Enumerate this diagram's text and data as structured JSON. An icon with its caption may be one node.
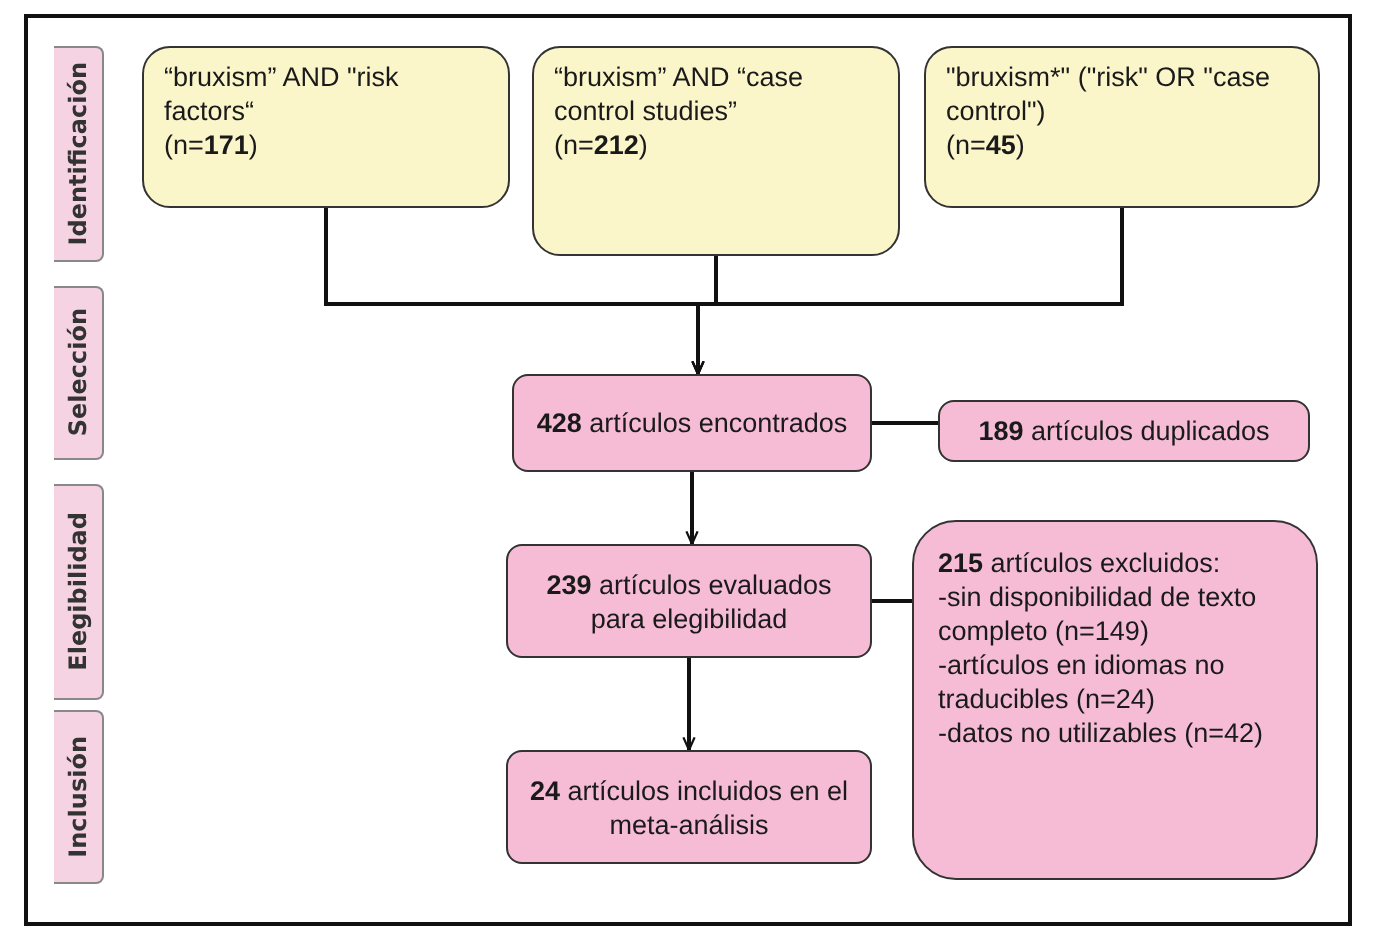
{
  "diagram": {
    "nodes": [
      {
        "text": [
          "Identificación"
        ]
      },
      {
        "text": [
          "Selección"
        ]
      },
      {
        "text": [
          "Elegibilidad"
        ]
      },
      {
        "text": [
          "Inclusión"
        ]
      },
      {
        "text": [
          "“bruxism” AND \"risk factors“",
          "(n=**171**)"
        ]
      },
      {
        "text": [
          "“bruxism” AND “case control studies”",
          "(n=**212**)"
        ]
      },
      {
        "text": [
          "\"bruxism*\" (\"risk\" OR \"case control\")",
          "(n=**45**)"
        ]
      },
      {
        "text": [
          "**428** artículos encontrados"
        ]
      },
      {
        "text": [
          "**189** artículos duplicados"
        ]
      },
      {
        "text": [
          "**239** artículos evaluados para elegibilidad"
        ]
      },
      {
        "text": [
          "**215** artículos excluidos:",
          "-sin disponibilidad de texto completo (n=149)",
          "-artículos en idiomas no traducibles (n=24)",
          "-datos no utilizables (n=42)"
        ]
      },
      {
        "text": [
          "**24** artículos incluidos en el meta-análisis"
        ]
      }
    ],
    "edges": [
      {
        "from": 4,
        "to": 7,
        "arrow": "to"
      },
      {
        "from": 5,
        "to": 7,
        "arrow": "to"
      },
      {
        "from": 6,
        "to": 7,
        "arrow": "to"
      },
      {
        "from": 7,
        "to": 8,
        "arrow": "none"
      },
      {
        "from": 7,
        "to": 9,
        "arrow": "to"
      },
      {
        "from": 9,
        "to": 10,
        "arrow": "none"
      },
      {
        "from": 9,
        "to": 11,
        "arrow": "to"
      }
    ]
  }
}
